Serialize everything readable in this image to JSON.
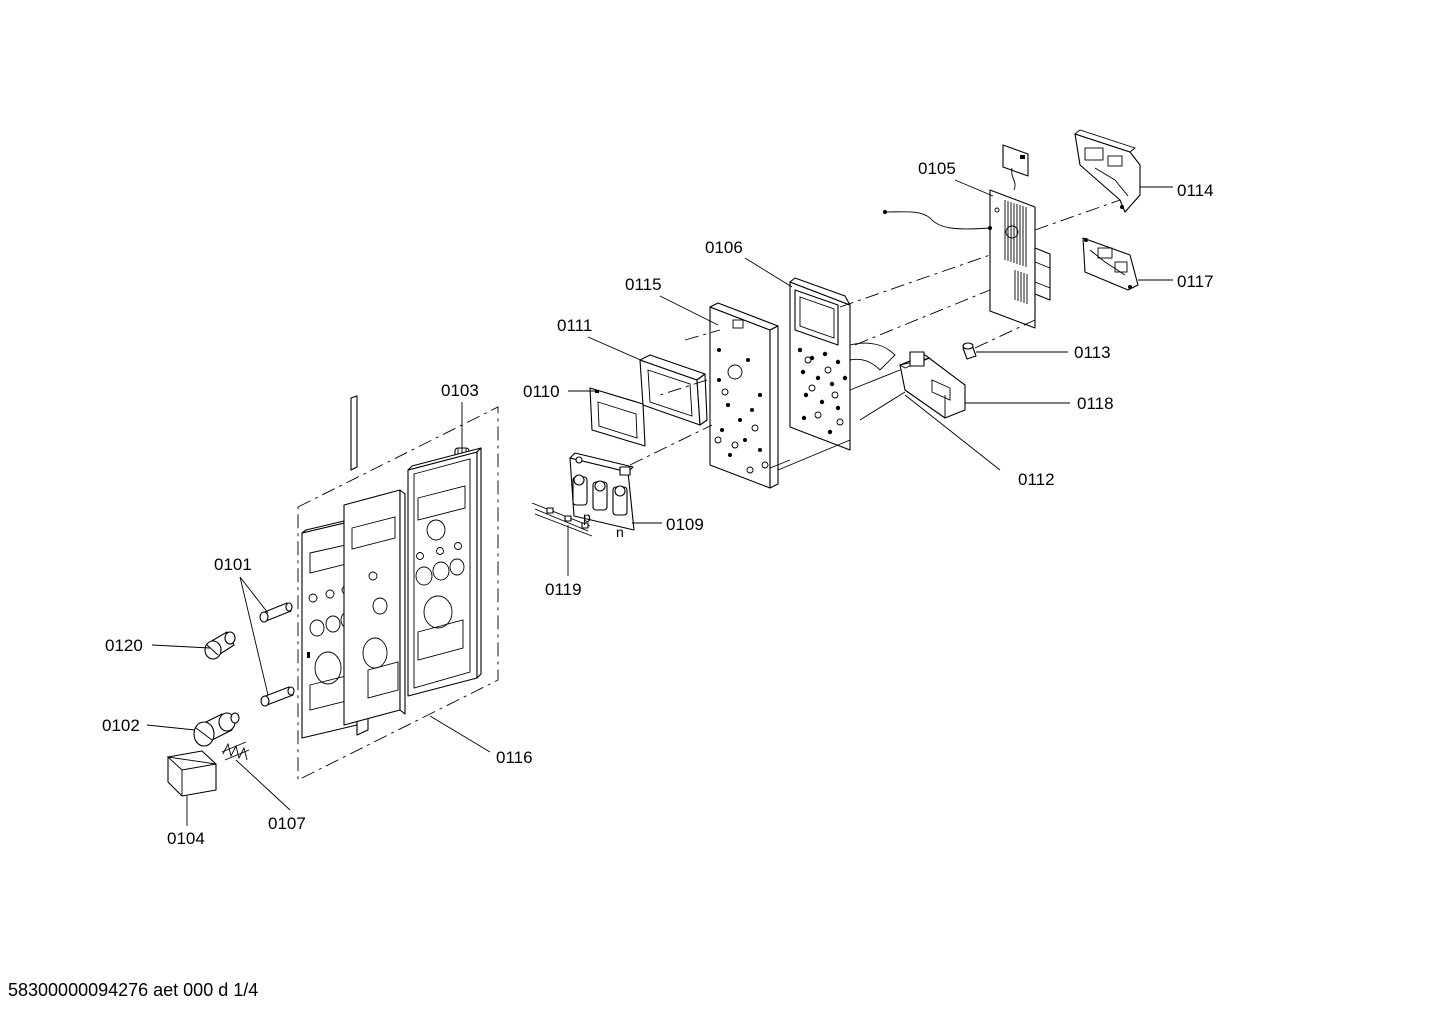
{
  "labels": {
    "p0101": "0101",
    "p0102": "0102",
    "p0103": "0103",
    "p0104": "0104",
    "p0105": "0105",
    "p0106": "0106",
    "p0107": "0107",
    "p0109": "0109",
    "p0110": "0110",
    "p0111": "0111",
    "p0112": "0112",
    "p0113": "0113",
    "p0114": "0114",
    "p0115": "0115",
    "p0116": "0116",
    "p0117": "0117",
    "p0118": "0118",
    "p0119": "0119",
    "p0120": "0120"
  },
  "footer": "58300000094276 aet 000 d 1/4"
}
